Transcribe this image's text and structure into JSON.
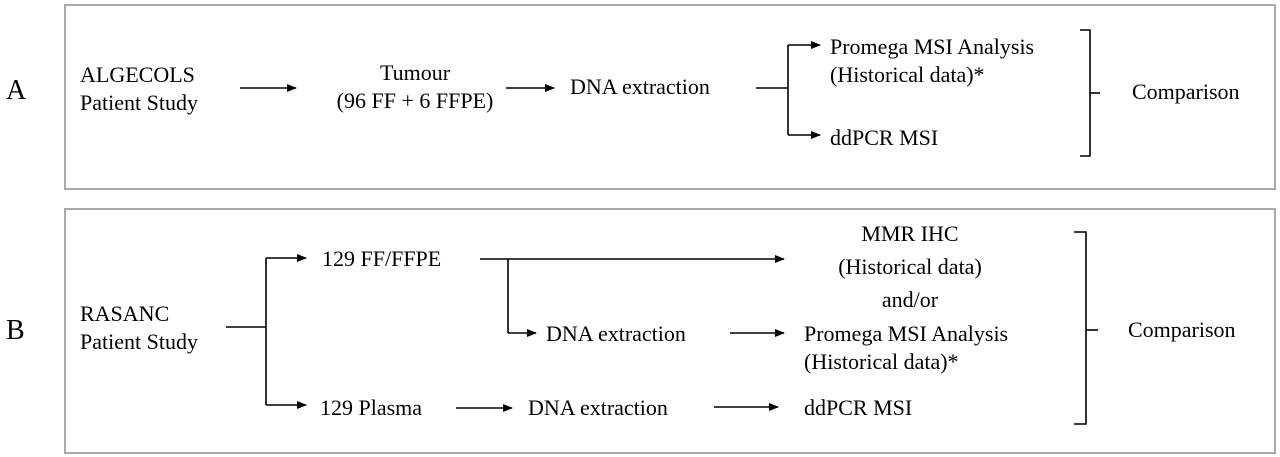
{
  "panel_a": {
    "label": "A",
    "source_line1": "ALGECOLS",
    "source_line2": "Patient Study",
    "sample_line1": "Tumour",
    "sample_line2": "(96 FF + 6 FFPE)",
    "extraction": "DNA extraction",
    "promega_line1": "Promega MSI Analysis",
    "promega_line2": "(Historical data)*",
    "ddpcr": "ddPCR MSI",
    "comparison": "Comparison"
  },
  "panel_b": {
    "label": "B",
    "source_line1": "RASANC",
    "source_line2": "Patient Study",
    "tissue": "129 FF/FFPE",
    "plasma": "129 Plasma",
    "extraction_tissue": "DNA extraction",
    "extraction_plasma": "DNA extraction",
    "mmr_line1": "MMR IHC",
    "mmr_line2": "(Historical data)",
    "andor": "and/or",
    "promega_line1": "Promega MSI Analysis",
    "promega_line2": "(Historical data)*",
    "ddpcr": "ddPCR MSI",
    "comparison": "Comparison"
  }
}
